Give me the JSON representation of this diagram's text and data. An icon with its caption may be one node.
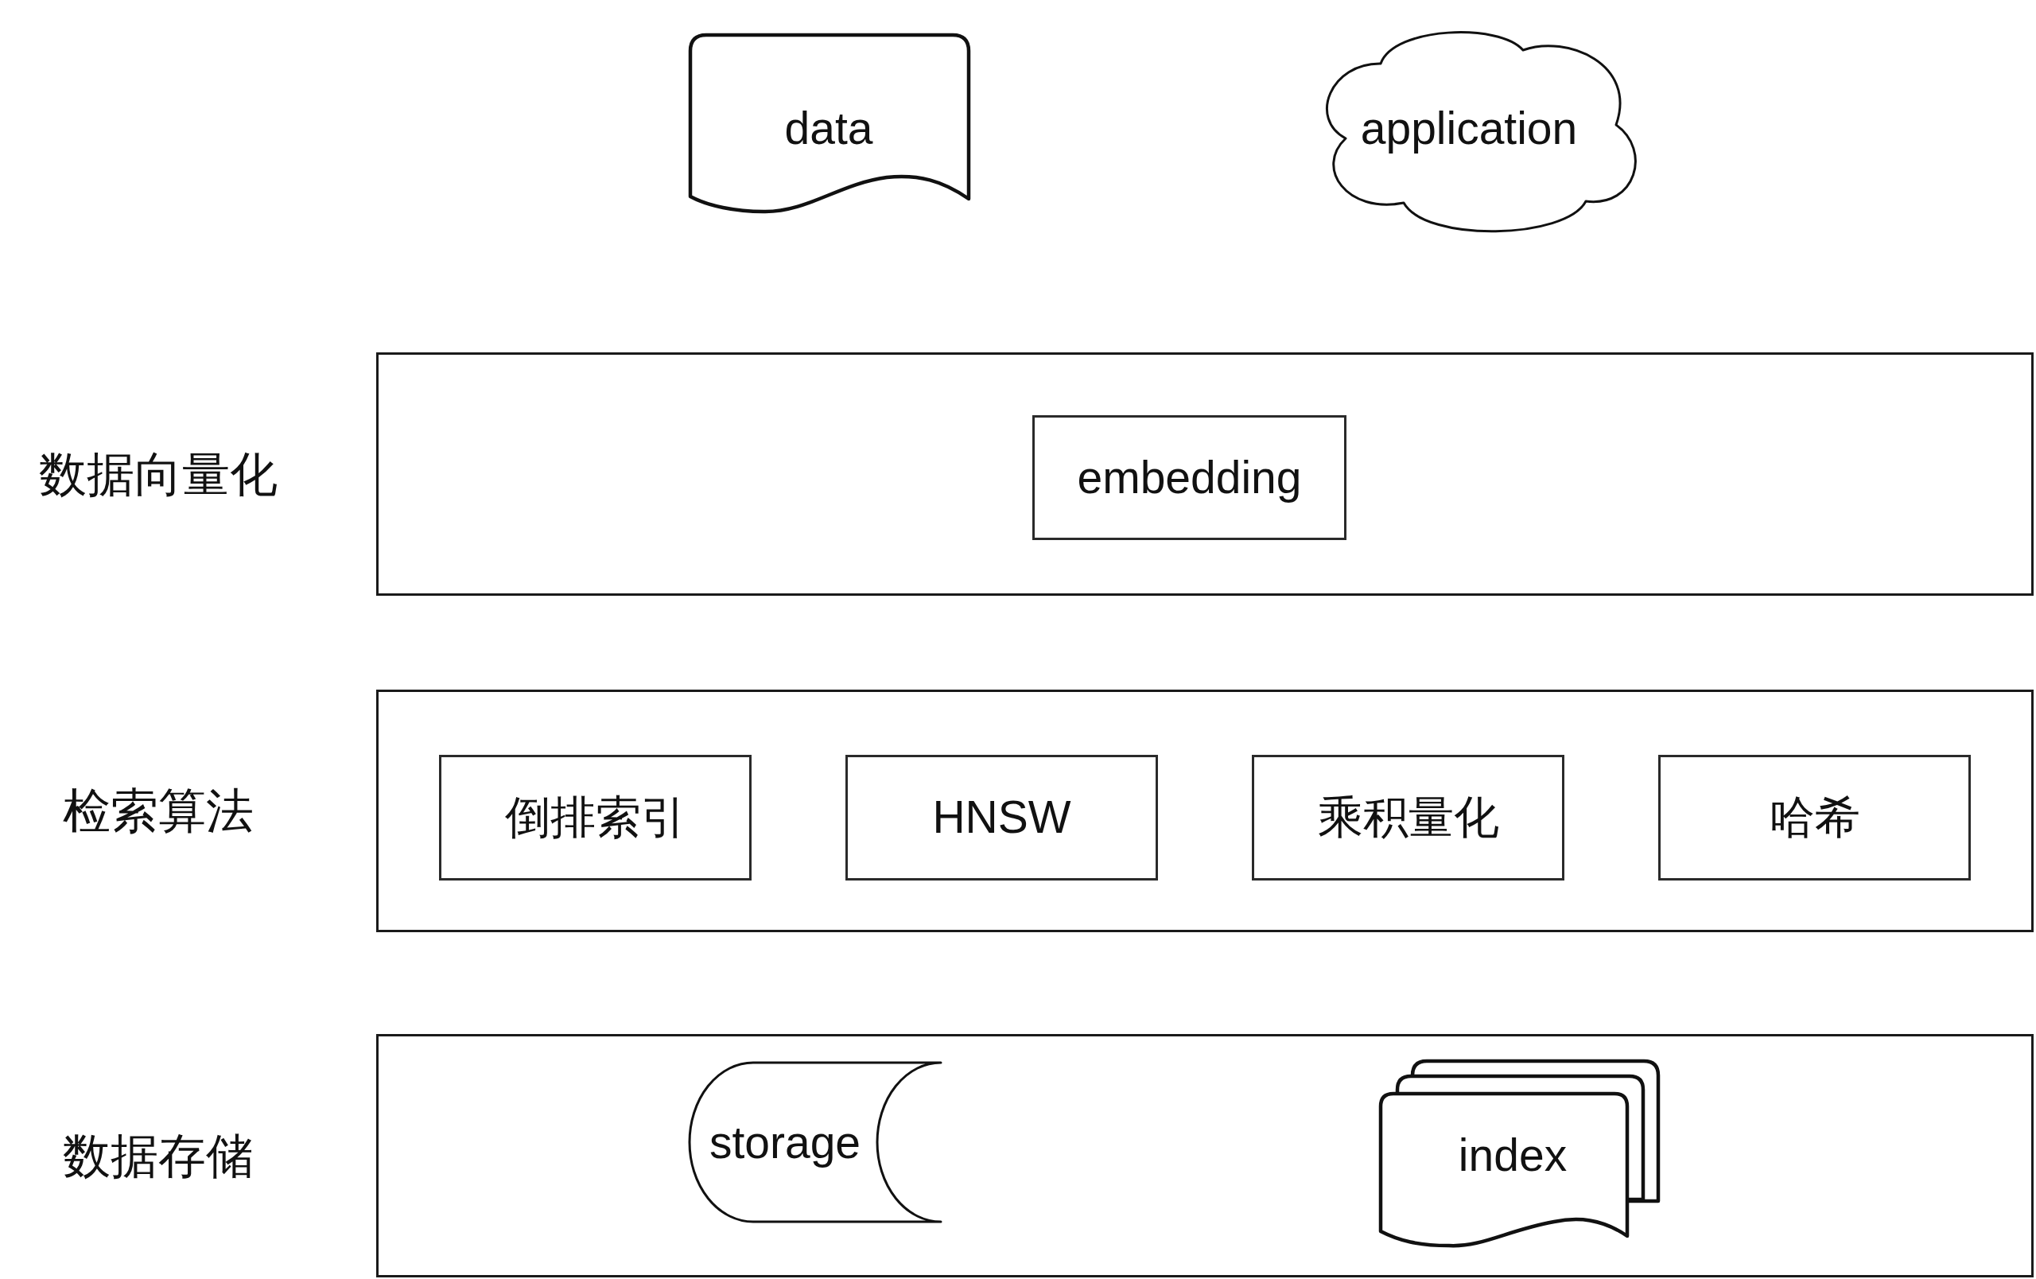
{
  "diagram": {
    "nodes": [
      {
        "text": [
          "data"
        ]
      },
      {
        "text": [
          "application"
        ]
      },
      {
        "text": [
          "数据向量化"
        ]
      },
      {
        "text": [
          "embedding"
        ],
        "in": 2
      },
      {
        "text": [
          "检索算法"
        ]
      },
      {
        "text": [
          "倒排索引"
        ],
        "in": 4
      },
      {
        "text": [
          "HNSW"
        ],
        "in": 4
      },
      {
        "text": [
          "乘积量化"
        ],
        "in": 4
      },
      {
        "text": [
          "哈希"
        ],
        "in": 4
      },
      {
        "text": [
          "数据存储"
        ]
      },
      {
        "text": [
          "storage"
        ],
        "in": 9
      },
      {
        "text": [
          "index"
        ],
        "in": 9
      }
    ]
  }
}
